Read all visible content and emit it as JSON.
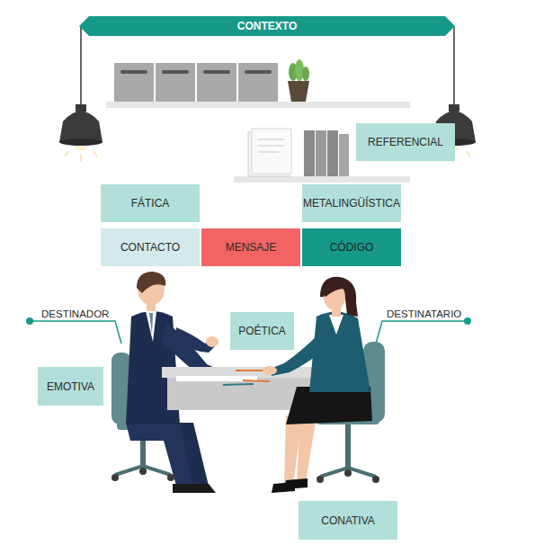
{
  "diagram": {
    "nodes": [
      {
        "text": [
          "CONTEXTO"
        ]
      },
      {
        "text": [
          "REFERENCIAL"
        ]
      },
      {
        "text": [
          "FÁTICA"
        ]
      },
      {
        "text": [
          "METALINGÜÍSTICA"
        ]
      },
      {
        "text": [
          "CONTACTO"
        ]
      },
      {
        "text": [
          "MENSAJE"
        ]
      },
      {
        "text": [
          "CÓDIGO"
        ]
      },
      {
        "text": [
          "POÉTICA"
        ]
      },
      {
        "text": [
          "EMOTIVA"
        ]
      },
      {
        "text": [
          "CONATIVA"
        ]
      }
    ],
    "labels": [
      "DESTINADOR",
      "DESTINATARIO"
    ]
  }
}
